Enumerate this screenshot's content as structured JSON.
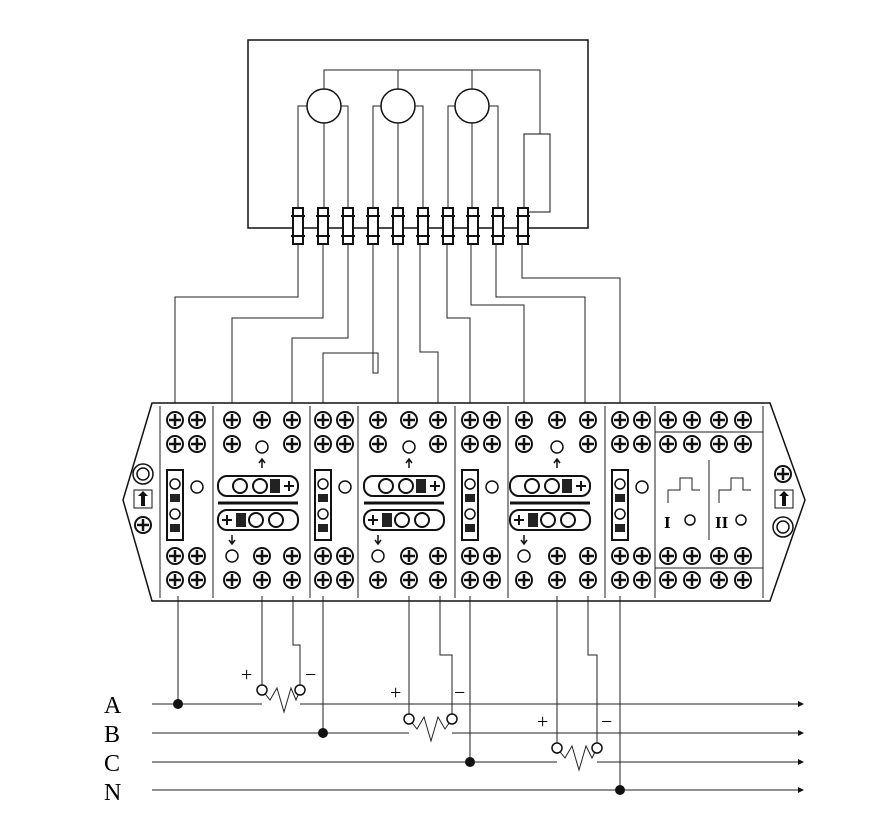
{
  "diagram": {
    "phase_labels": [
      "A",
      "B",
      "C",
      "N"
    ],
    "ct_polarity": {
      "plus": "+",
      "minus": "−"
    },
    "cartridge_labels": [
      "I",
      "II"
    ],
    "meter": {
      "element_count": 3,
      "terminal_count": 10
    },
    "junction_box": {
      "current_sections": 3,
      "voltage_sections": 4
    },
    "colors": {
      "line": "#222222",
      "background": "#ffffff"
    }
  }
}
